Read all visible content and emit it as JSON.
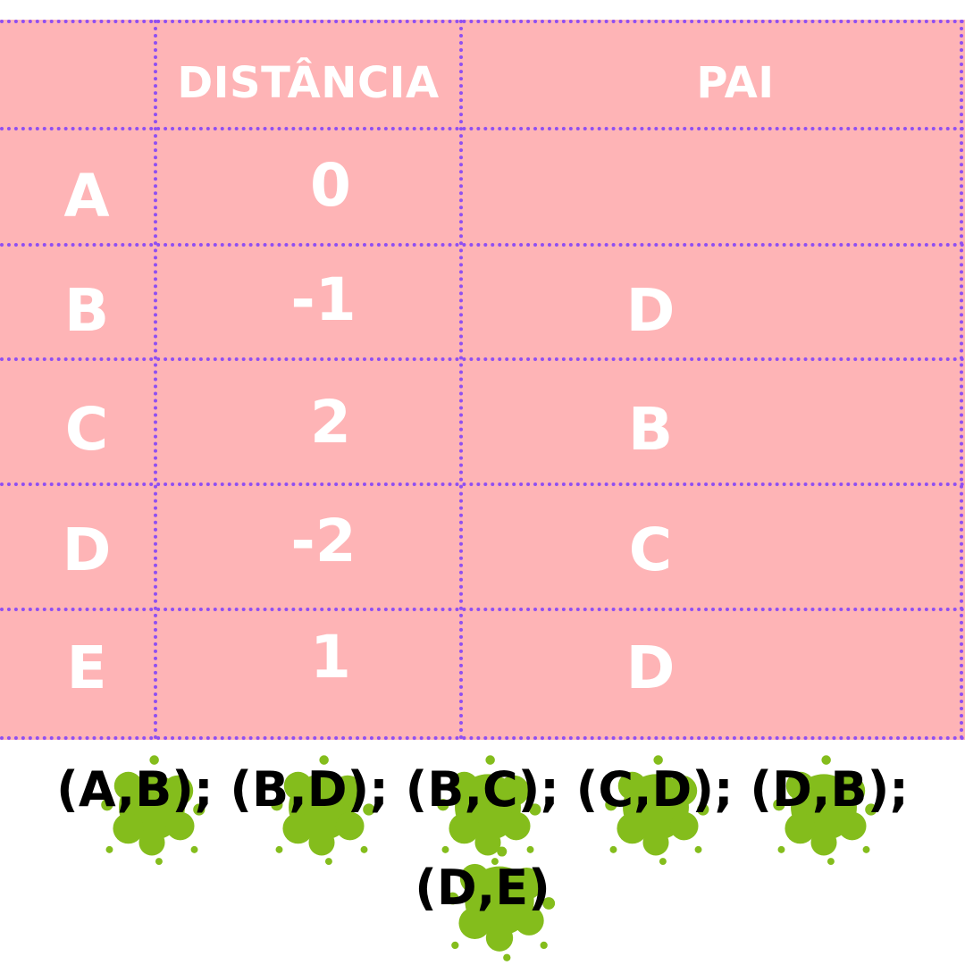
{
  "table": {
    "headers": [
      "",
      "DISTÂNCIA",
      "PAI"
    ],
    "rows": [
      {
        "node": "A",
        "distance": "0",
        "parent": ""
      },
      {
        "node": "B",
        "distance": "-1",
        "parent": "D"
      },
      {
        "node": "C",
        "distance": "2",
        "parent": "B"
      },
      {
        "node": "D",
        "distance": "-2",
        "parent": "C"
      },
      {
        "node": "E",
        "distance": "1",
        "parent": "D"
      }
    ]
  },
  "edges": {
    "line1": "(A,B); (B,D); (B,C); (C,D); (D,B);",
    "line2": "(D,E)"
  },
  "colors": {
    "table_background": "#feb4b6",
    "grid_line": "#8f4ff2",
    "cell_text": "#ffffff",
    "splat": "#84bd1c"
  }
}
